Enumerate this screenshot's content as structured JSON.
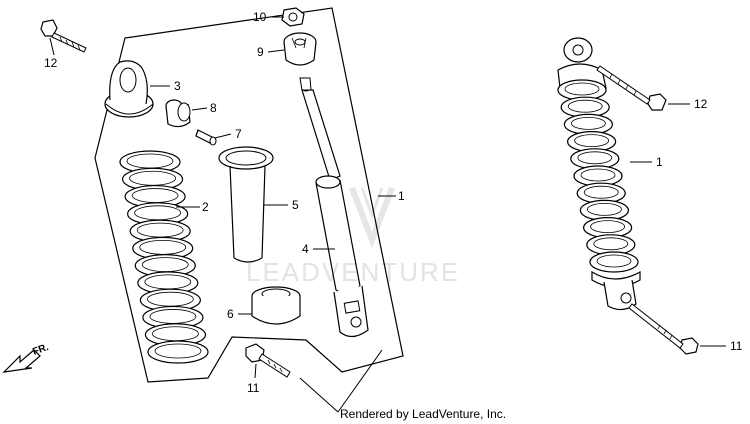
{
  "watermark": "LEADVENTURE",
  "credit": "Rendered by LeadVenture, Inc.",
  "direction_label": "FR.",
  "callouts": [
    {
      "id": "c12a",
      "text": "12"
    },
    {
      "id": "c10",
      "text": "10"
    },
    {
      "id": "c9",
      "text": "9"
    },
    {
      "id": "c3",
      "text": "3"
    },
    {
      "id": "c8",
      "text": "8"
    },
    {
      "id": "c7",
      "text": "7"
    },
    {
      "id": "c1a",
      "text": "1"
    },
    {
      "id": "c2",
      "text": "2"
    },
    {
      "id": "c5",
      "text": "5"
    },
    {
      "id": "c4",
      "text": "4"
    },
    {
      "id": "c6",
      "text": "6"
    },
    {
      "id": "c11a",
      "text": "11"
    },
    {
      "id": "c12b",
      "text": "12"
    },
    {
      "id": "c1b",
      "text": "1"
    },
    {
      "id": "c11b",
      "text": "11"
    }
  ]
}
